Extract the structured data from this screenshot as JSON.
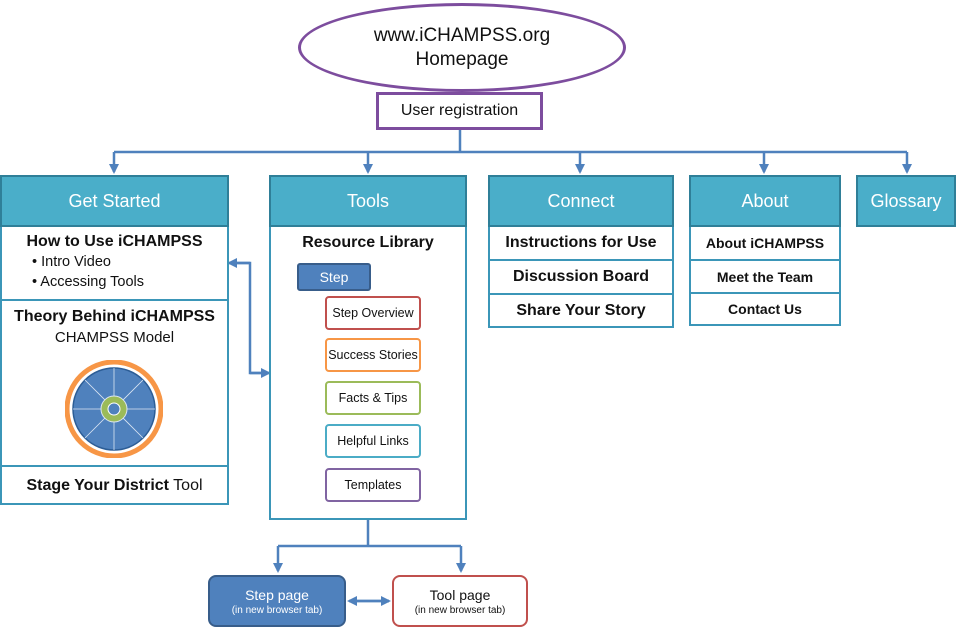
{
  "homepage": {
    "line1": "www.iCHAMPSS.org",
    "line2": "Homepage"
  },
  "registration": "User registration",
  "get_started": {
    "header": "Get Started",
    "how_to": {
      "title": "How to Use iCHAMPSS",
      "items": [
        "• Intro Video",
        "• Accessing Tools"
      ]
    },
    "theory": {
      "title": "Theory Behind iCHAMPSS",
      "subtitle": "CHAMPSS Model"
    },
    "stage": {
      "bold": "Stage Your District",
      "rest": " Tool"
    }
  },
  "tools": {
    "header": "Tools",
    "library": "Resource Library",
    "step": "Step",
    "steps": [
      {
        "label": "Step Overview",
        "color": "#c0504d"
      },
      {
        "label": "Success Stories",
        "color": "#f79646"
      },
      {
        "label": "Facts & Tips",
        "color": "#9bbb59"
      },
      {
        "label": "Helpful Links",
        "color": "#4bacc6"
      },
      {
        "label": "Templates",
        "color": "#8064a2"
      }
    ]
  },
  "connect": {
    "header": "Connect",
    "items": [
      "Instructions for Use",
      "Discussion Board",
      "Share Your Story"
    ]
  },
  "about": {
    "header": "About",
    "items": [
      "About iCHAMPSS",
      "Meet the Team",
      "Contact Us"
    ]
  },
  "glossary": {
    "header": "Glossary"
  },
  "step_page": {
    "title": "Step page",
    "note": "(in new browser tab)"
  },
  "tool_page": {
    "title": "Tool page",
    "note": "(in new browser tab)"
  }
}
